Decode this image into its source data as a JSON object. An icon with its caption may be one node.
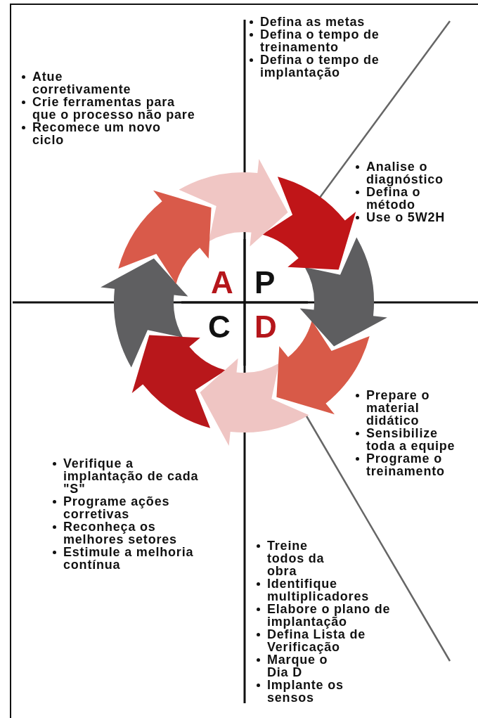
{
  "diagram": {
    "labels": [
      "Defina as metas",
      "Defina o tempo de treinamento",
      "Defina o tempo de implantação",
      "Atue corretivamente",
      "Crie ferramentas para que o processo não pare",
      "Recomece um novo ciclo",
      "Analise o diagnóstico",
      "Defina o método",
      "Use o 5W2H",
      "A",
      "P",
      "C",
      "D",
      "Prepare o material didático",
      "Sensibilize toda a equipe",
      "Programe o treinamento",
      "Verifique a implantação de cada \"S\"",
      "Programe ações corretivas",
      "Reconheça os melhores setores",
      "Estimule a melhoria contínua",
      "Treine todos da obra",
      "Identifique multiplicadores",
      "Elabore o plano de implantação",
      "Defina Lista de Verificação",
      "Marque o Dia D",
      "Implante os sensos"
    ]
  }
}
